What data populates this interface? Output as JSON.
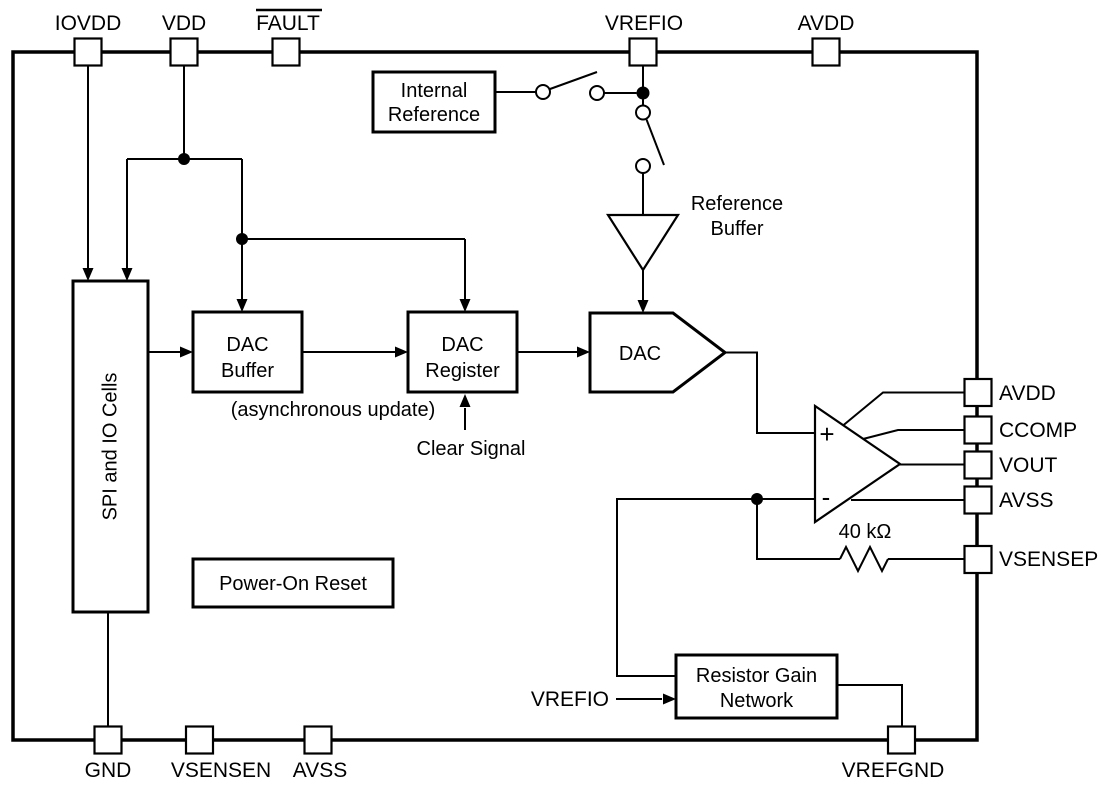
{
  "colors": {
    "ink": "#000000",
    "paper": "#ffffff"
  },
  "pins": {
    "top": [
      {
        "label": "IOVDD"
      },
      {
        "label": "VDD"
      },
      {
        "label": "FAULT",
        "overline": true
      },
      {
        "label": "VREFIO"
      },
      {
        "label": "AVDD"
      }
    ],
    "right": [
      {
        "label": "AVDD"
      },
      {
        "label": "CCOMP"
      },
      {
        "label": "VOUT"
      },
      {
        "label": "AVSS"
      },
      {
        "label": "VSENSEP"
      }
    ],
    "bottom": [
      {
        "label": "GND"
      },
      {
        "label": "VSENSEN"
      },
      {
        "label": "AVSS"
      },
      {
        "label": "VREFGND"
      }
    ]
  },
  "blocks": {
    "internal_reference": {
      "line1": "Internal",
      "line2": "Reference"
    },
    "spi_io_cells": {
      "label": "SPI and IO Cells"
    },
    "dac_buffer": {
      "line1": "DAC",
      "line2": "Buffer"
    },
    "dac_register": {
      "line1": "DAC",
      "line2": "Register"
    },
    "dac": {
      "label": "DAC"
    },
    "power_on_reset": {
      "label": "Power-On Reset"
    },
    "resistor_gain_network": {
      "line1": "Resistor Gain",
      "line2": "Network"
    },
    "reference_buffer": {
      "line1": "Reference",
      "line2": "Buffer"
    }
  },
  "annotations": {
    "async_update": "(asynchronous update)",
    "clear_signal": "Clear Signal",
    "resistor_value": "40 kΩ",
    "vrefio_input": "VREFIO",
    "amp_plus": "+",
    "amp_minus": "-"
  }
}
